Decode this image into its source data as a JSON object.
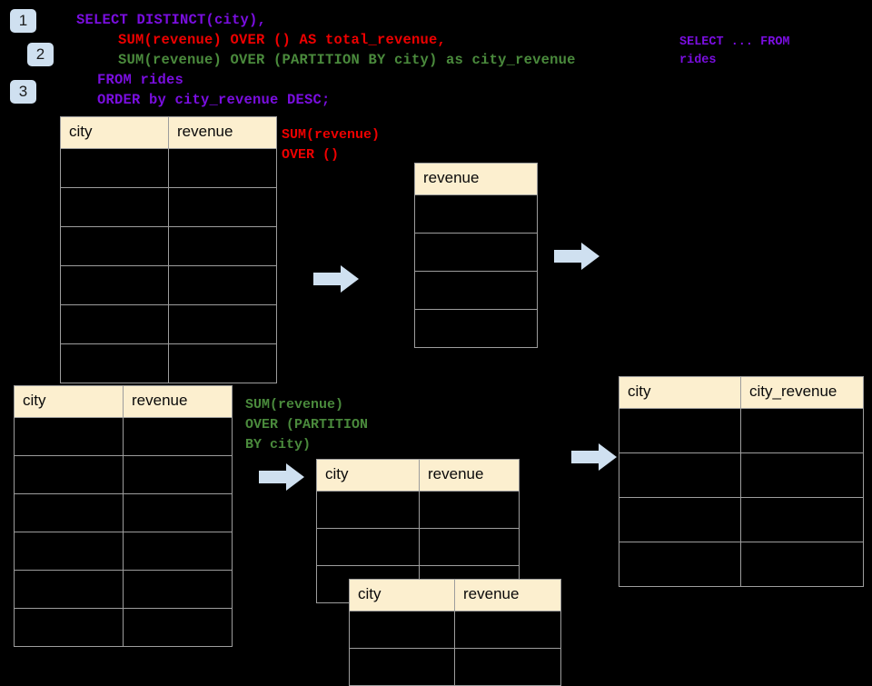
{
  "steps": [
    {
      "label": "1"
    },
    {
      "label": "2"
    },
    {
      "label": "3"
    }
  ],
  "sql": {
    "line1": "SELECT DISTINCT(city),",
    "line2": "SUM(revenue) OVER () AS total_revenue,",
    "line3": "SUM(revenue) OVER (PARTITION BY city) as city_revenue",
    "line4": "FROM rides",
    "line5": "ORDER by city_revenue DESC;",
    "note_right": "SELECT ... FROM rides",
    "colors": {
      "keyword_purple": "#7a0ee0",
      "total_red": "#ee0000",
      "partition_green": "#4a8a3c"
    }
  },
  "annotations": {
    "over_empty": "SUM(revenue)\nOVER ()",
    "partition_by_city": "SUM(revenue)\nOVER (PARTITION\nBY city)"
  },
  "tables": {
    "source_1": {
      "name": "rides-source-table",
      "headers": [
        "city",
        "revenue"
      ],
      "row_count": 6,
      "rows": [
        [
          "",
          ""
        ],
        [
          "",
          ""
        ],
        [
          "",
          ""
        ],
        [
          "",
          ""
        ],
        [
          "",
          ""
        ],
        [
          "",
          ""
        ]
      ]
    },
    "total_revenue": {
      "name": "total-revenue-table",
      "headers": [
        "revenue"
      ],
      "row_count": 4,
      "rows": [
        [
          ""
        ],
        [
          ""
        ],
        [
          ""
        ],
        [
          ""
        ]
      ]
    },
    "source_2": {
      "name": "rides-source-table-2",
      "headers": [
        "city",
        "revenue"
      ],
      "row_count": 6,
      "rows": [
        [
          "",
          ""
        ],
        [
          "",
          ""
        ],
        [
          "",
          ""
        ],
        [
          "",
          ""
        ],
        [
          "",
          ""
        ],
        [
          "",
          ""
        ]
      ]
    },
    "partition_a": {
      "name": "partition-group-table-a",
      "headers": [
        "city",
        "revenue"
      ],
      "row_count": 3,
      "rows": [
        [
          "",
          ""
        ],
        [
          "",
          ""
        ],
        [
          "",
          ""
        ]
      ]
    },
    "partition_b": {
      "name": "partition-group-table-b",
      "headers": [
        "city",
        "revenue"
      ],
      "row_count": 2,
      "rows": [
        [
          "",
          ""
        ],
        [
          "",
          ""
        ]
      ]
    },
    "result": {
      "name": "final-result-table",
      "headers": [
        "city",
        "city_revenue"
      ],
      "row_count": 4,
      "rows": [
        [
          "",
          ""
        ],
        [
          "",
          ""
        ],
        [
          "",
          ""
        ],
        [
          "",
          ""
        ]
      ]
    }
  },
  "arrows": {
    "count": 4,
    "color": "#cfe0f0"
  },
  "theme": {
    "background": "#000000",
    "header_fill": "#fcefcf",
    "cell_fill": "#000000",
    "border": "#9d9d9d",
    "badge_fill": "#cfe0f0"
  }
}
